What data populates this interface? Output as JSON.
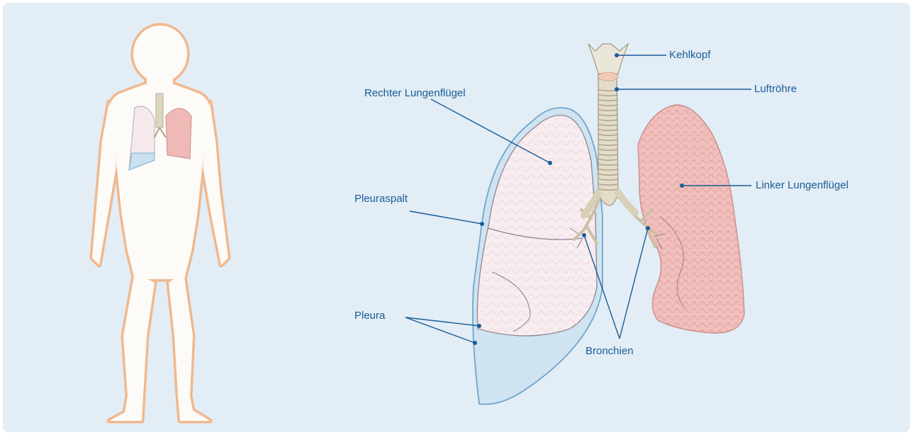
{
  "labels": {
    "kehlkopf": "Kehlkopf",
    "luftroehre": "Luftröhre",
    "rechter_lungenfluegel": "Rechter Lungenflügel",
    "linker_lungenfluegel": "Linker Lungenflügel",
    "pleuraspalt": "Pleuraspalt",
    "pleura": "Pleura",
    "bronchien": "Bronchien"
  },
  "colors": {
    "background": "#e2edf6",
    "label_text": "#1a5c96",
    "leader_line": "#1a5c96",
    "body_fill": "#fdfbf8",
    "body_outline": "#f0b88e",
    "lung_right_fill": "#f8ecef",
    "lung_left_fill": "#efb3b0",
    "pleura_blue": "#bcd7ea",
    "trachea": "#ded8c2"
  }
}
